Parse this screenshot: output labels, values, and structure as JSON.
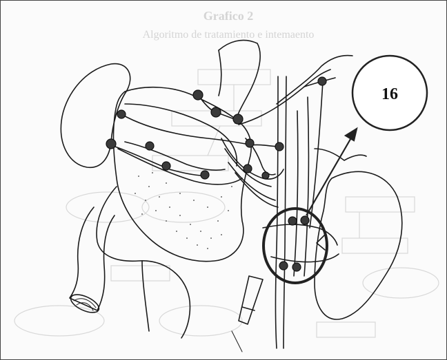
{
  "figure": {
    "background_heading": "Grafico 2",
    "background_subheading": "Algoritmo de tratamiento e intemaento",
    "ghost_boxes": [
      "",
      "",
      "",
      "",
      "",
      "",
      "",
      "",
      "",
      "",
      "",
      ""
    ],
    "callout": {
      "label": "16",
      "stroke_color": "#222222"
    },
    "colors": {
      "line": "#1a1a1a",
      "node_fill": "#3a3a3a",
      "ghost": "#d6d6d6",
      "paper": "#fbfbfb"
    }
  }
}
